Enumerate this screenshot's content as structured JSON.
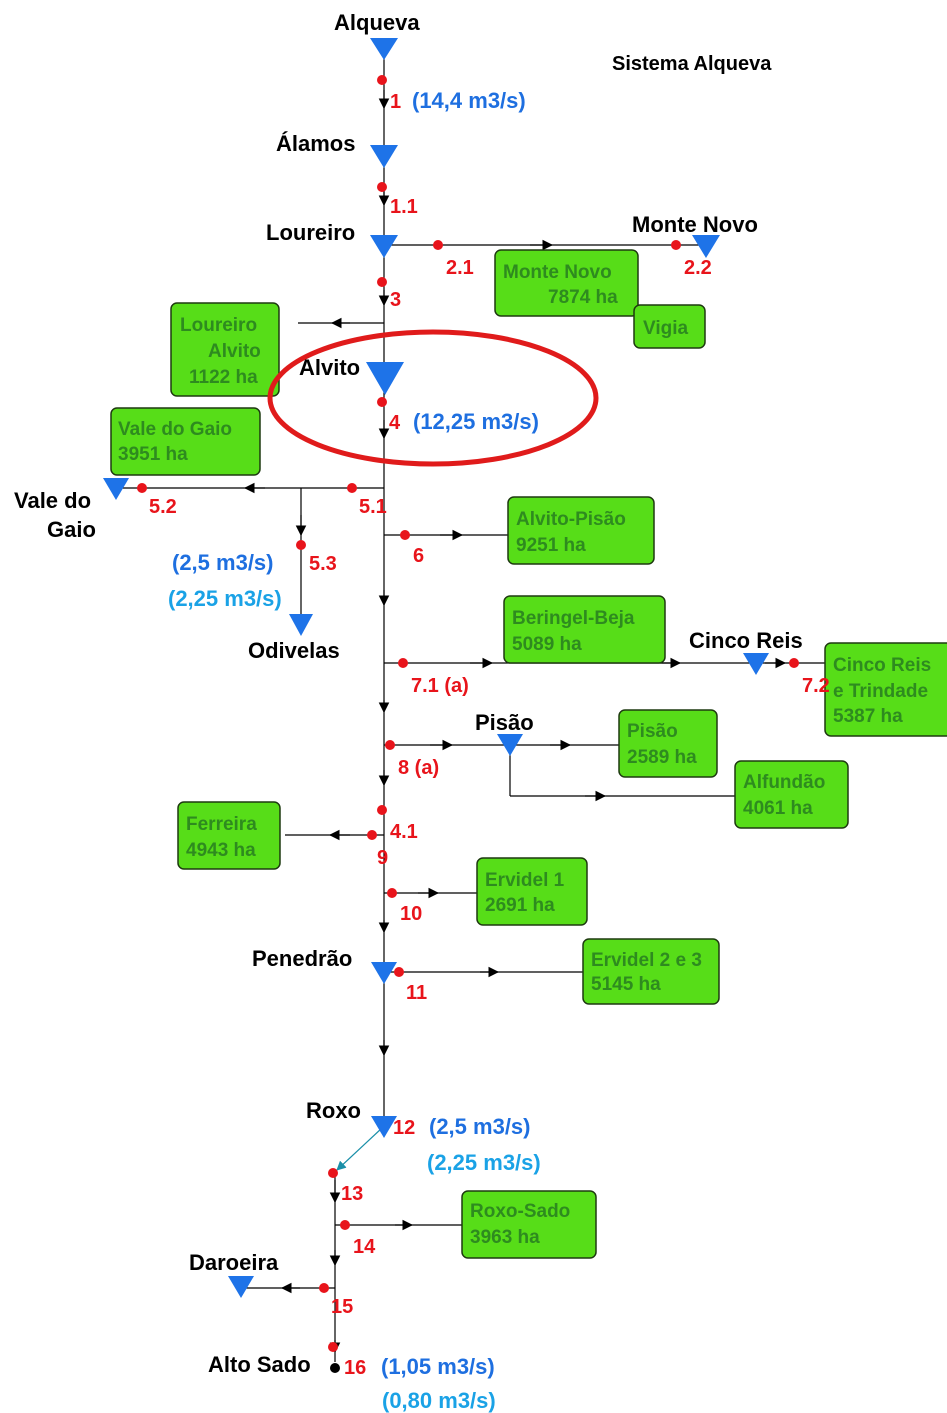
{
  "title": "Sistema Alqueva",
  "reservoirs": {
    "alqueva": "Alqueva",
    "alamos": "Álamos",
    "loureiro": "Loureiro",
    "monte_novo": "Monte Novo",
    "alvito": "Alvito",
    "vale_do_gaio_1": "Vale do",
    "vale_do_gaio_2": "Gaio",
    "odivelas": "Odivelas",
    "cinco_reis": "Cinco Reis",
    "pisao": "Pisão",
    "penedrao": "Penedrão",
    "roxo": "Roxo",
    "daroeira": "Daroeira",
    "alto_sado": "Alto Sado"
  },
  "nodes": {
    "n1": "1",
    "n1_1": "1.1",
    "n2_1": "2.1",
    "n2_2": "2.2",
    "n3": "3",
    "n4": "4",
    "n4_1": "4.1",
    "n5_1": "5.1",
    "n5_2": "5.2",
    "n5_3": "5.3",
    "n6": "6",
    "n7_1": "7.1 (a)",
    "n7_2": "7.2",
    "n8": "8 (a)",
    "n9": "9",
    "n10": "10",
    "n11": "11",
    "n12": "12",
    "n13": "13",
    "n14": "14",
    "n15": "15",
    "n16": "16"
  },
  "flows": {
    "f1": "(14,4 m3/s)",
    "f4": "(12,25 m3/s)",
    "f53_a": "(2,5 m3/s)",
    "f53_b": "(2,25 m3/s)",
    "f12_a": "(2,5 m3/s)",
    "f12_b": "(2,25 m3/s)",
    "f16_a": "(1,05 m3/s)",
    "f16_b": "(0,80 m3/s)"
  },
  "areas": {
    "monte_novo": [
      "Monte Novo",
      "7874 ha"
    ],
    "vigia": [
      "Vigia"
    ],
    "loureiro_alvito": [
      "Loureiro",
      "Alvito",
      "1122 ha"
    ],
    "vale_do_gaio": [
      "Vale do Gaio",
      "3951 ha"
    ],
    "alvito_pisao": [
      "Alvito-Pisão",
      "9251 ha"
    ],
    "beringel_beja": [
      "Beringel-Beja",
      "5089 ha"
    ],
    "cinco_reis_trindade": [
      "Cinco Reis",
      "e Trindade",
      "5387 ha"
    ],
    "pisao": [
      "Pisão",
      "2589 ha"
    ],
    "alfundao": [
      "Alfundão",
      "4061 ha"
    ],
    "ferreira": [
      "Ferreira",
      "4943 ha"
    ],
    "ervidel_1": [
      "Ervidel 1",
      "2691 ha"
    ],
    "ervidel_2_3": [
      "Ervidel 2 e 3",
      "5145 ha"
    ],
    "roxo_sado": [
      "Roxo-Sado",
      "3963 ha"
    ]
  },
  "colors": {
    "reservoir": "#1e73e8",
    "node": "#e8141b",
    "box_fill": "#57dd18",
    "box_text": "#2e8b1f",
    "flow": "#1e6fe0",
    "flow_alt": "#1aa2e6",
    "highlight": "#e01b1b"
  }
}
